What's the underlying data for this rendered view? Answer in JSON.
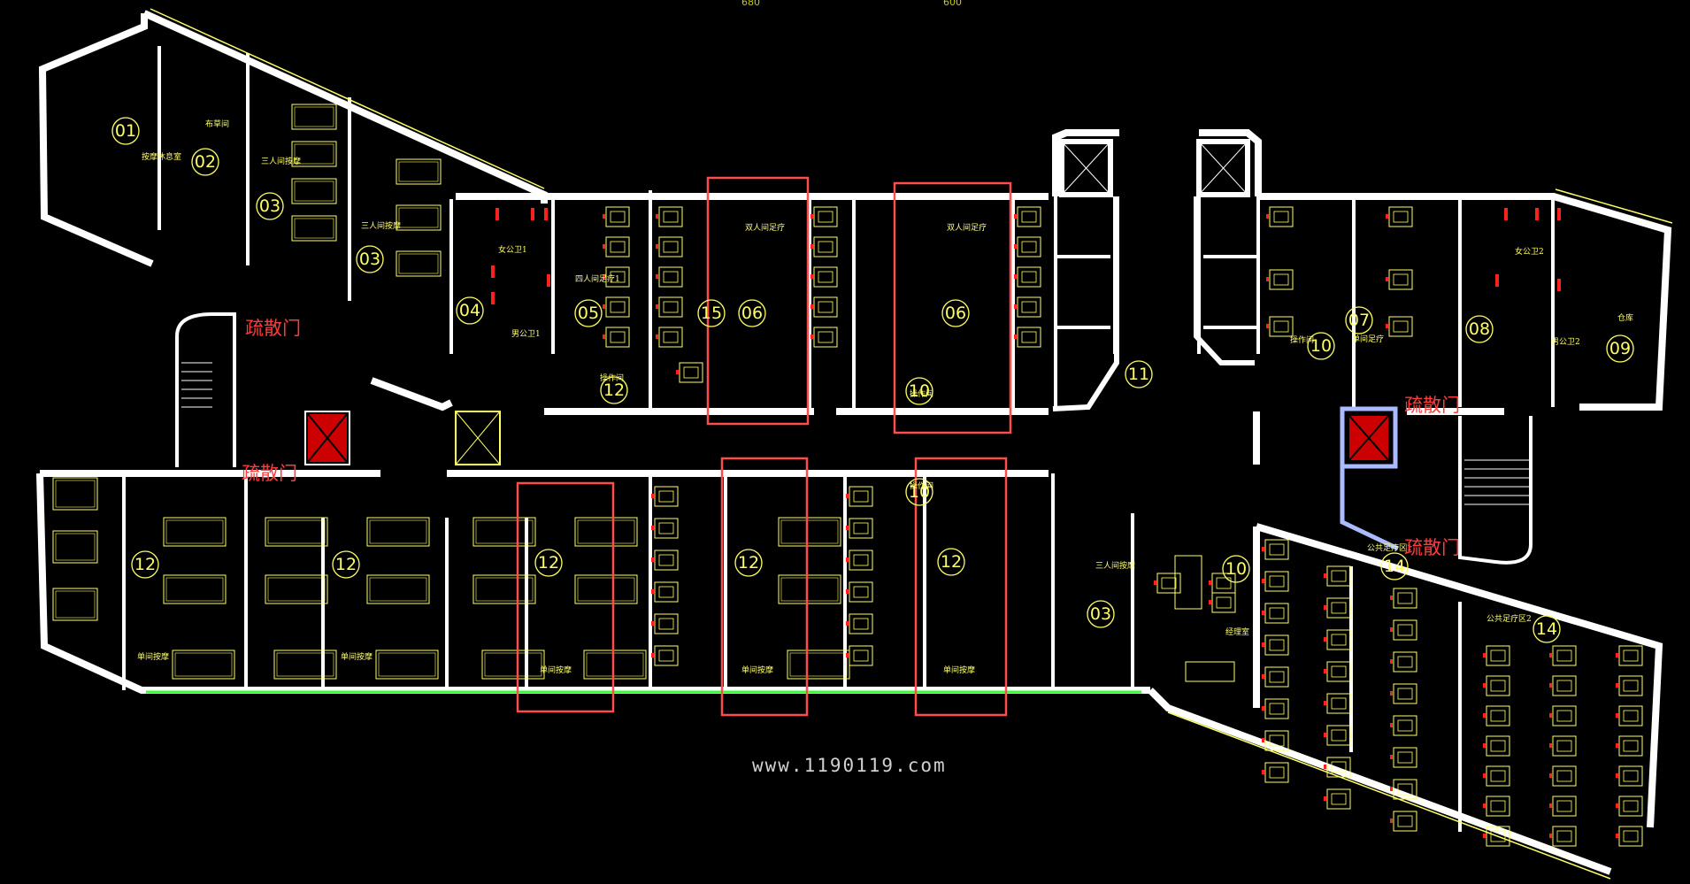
{
  "dims": [
    "680",
    "600"
  ],
  "watermark": "www.1190119.com",
  "exits": [
    "疏散门",
    "疏散门",
    "疏散门",
    "疏散门"
  ],
  "rooms": [
    {
      "num": "01",
      "name": "按摩休息室"
    },
    {
      "num": "02",
      "name": "布草间"
    },
    {
      "num": "03",
      "name": "三人间按摩"
    },
    {
      "num": "03",
      "name": "三人间按摩"
    },
    {
      "num": "04",
      "name": ""
    },
    {
      "num": "05",
      "name": "四人间足疗1"
    },
    {
      "num": "15",
      "name": ""
    },
    {
      "num": "06",
      "name": "双人间足疗"
    },
    {
      "num": "06",
      "name": "双人间足疗"
    },
    {
      "num": "10",
      "name": "操作间"
    },
    {
      "num": "11",
      "name": ""
    },
    {
      "num": "07",
      "name": "单间足疗"
    },
    {
      "num": "10",
      "name": "操作间"
    },
    {
      "num": "08",
      "name": ""
    },
    {
      "num": "09",
      "name": "仓库"
    },
    {
      "num": "12",
      "name": "操作间"
    },
    {
      "num": "12",
      "name": "单间按摩"
    },
    {
      "num": "12",
      "name": "单间按摩"
    },
    {
      "num": "12",
      "name": "单间按摩"
    },
    {
      "num": "12",
      "name": "单间按摩"
    },
    {
      "num": "12",
      "name": "单间按摩"
    },
    {
      "num": "10",
      "name": "操作间"
    },
    {
      "num": "03",
      "name": "三人间按摩"
    },
    {
      "num": "10",
      "name": "经理室"
    },
    {
      "num": "14",
      "name": "公共足疗区1"
    },
    {
      "num": "14",
      "name": "公共足疗区2"
    }
  ],
  "toilets": [
    "女公卫1",
    "男公卫1",
    "女公卫2",
    "男公卫2"
  ],
  "colors": {
    "wall": "#ffffff",
    "furniture": "#ffff66",
    "highlight": "#ff4d4d",
    "door": "#ff2020",
    "elevator_box": "#ff2222",
    "green_line": "#33ff33",
    "blue_frame": "#aabbff"
  }
}
